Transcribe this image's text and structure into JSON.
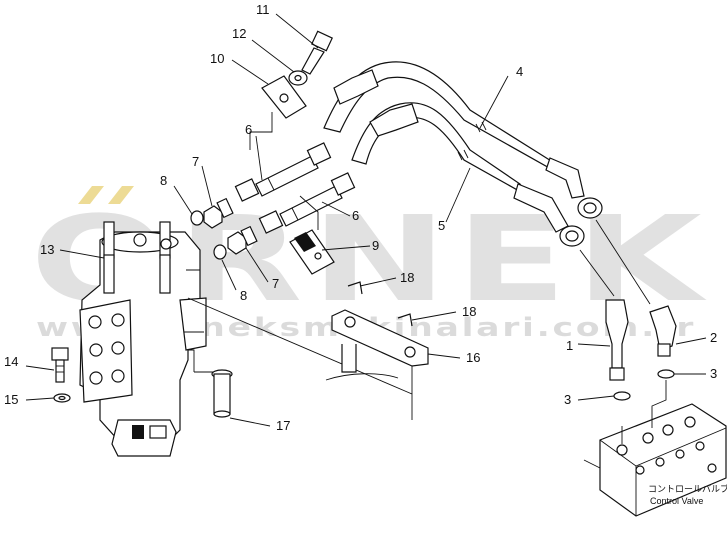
{
  "watermark": {
    "brand": "ORNEK",
    "url": "www.orneksmakinalari.com.tr",
    "color": "#c9c9c9",
    "accent_color": "#e8d27a"
  },
  "labels": {
    "control_valve_jp": "コントロールバルブ",
    "control_valve_en": "Control Valve"
  },
  "callouts": [
    "11",
    "12",
    "10",
    "6",
    "7",
    "8",
    "4",
    "5",
    "6",
    "9",
    "13",
    "8",
    "7",
    "18",
    "18",
    "16",
    "14",
    "15",
    "17",
    "1",
    "2",
    "3",
    "3"
  ]
}
